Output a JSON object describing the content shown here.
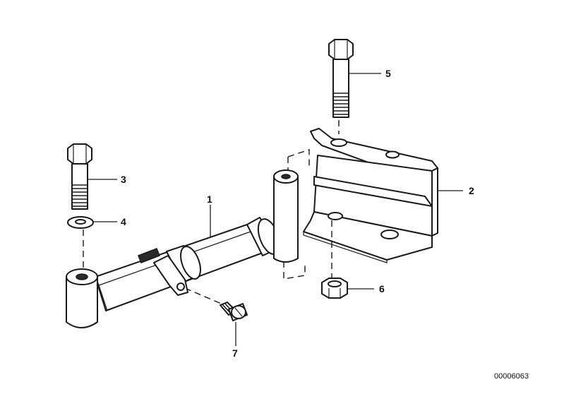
{
  "diagram": {
    "callouts": [
      "1",
      "2",
      "3",
      "4",
      "5",
      "6",
      "7"
    ],
    "document_number": "00006063"
  }
}
